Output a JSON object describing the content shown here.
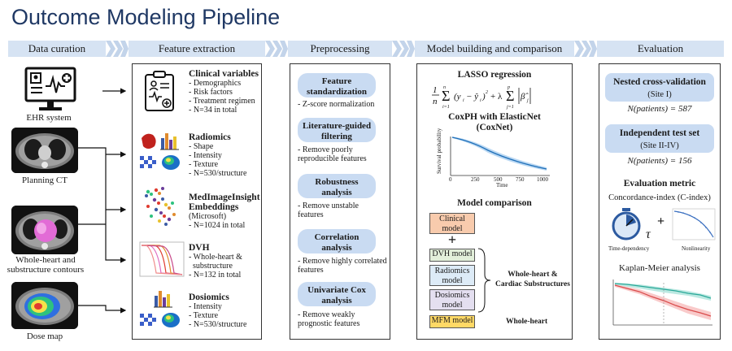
{
  "title": "Outcome Modeling Pipeline",
  "stages": [
    "Data curation",
    "Feature extraction",
    "Preprocessing",
    "Model building and comparison",
    "Evaluation"
  ],
  "curation": {
    "ehr_label": "EHR system",
    "ct_label": "Planning CT",
    "contours_label_1": "Whole-heart and",
    "contours_label_2": "substructure contours",
    "dose_label": "Dose map"
  },
  "features": [
    {
      "title": "Clinical variables",
      "items": [
        "- Demographics",
        "- Risk factors",
        "- Treatment regimen",
        "- N=34 in total"
      ]
    },
    {
      "title": "Radiomics",
      "items": [
        "- Shape",
        "- Intensity",
        "- Texture",
        "- N=530/structure"
      ]
    },
    {
      "title": "MedImageInsight",
      "title2": "Embeddings",
      "items": [
        "(Microsoft)",
        "- N=1024 in total"
      ]
    },
    {
      "title": "DVH",
      "items": [
        "- Whole-heart &",
        "  substructure",
        "- N=132 in total"
      ]
    },
    {
      "title": "Dosiomics",
      "items": [
        "- Intensity",
        "- Texture",
        "- N=530/structure"
      ]
    }
  ],
  "preprocessing": [
    {
      "title": "Feature standardization",
      "note": "- Z-score normalization"
    },
    {
      "title": "Literature-guided filtering",
      "note": "- Remove poorly reproducible features"
    },
    {
      "title": "Robustness analysis",
      "note": "- Remove unstable features"
    },
    {
      "title": "Correlation analysis",
      "note": "- Remove highly correlated features"
    },
    {
      "title": "Univariate Cox analysis",
      "note": "- Remove weakly prognostic features"
    }
  ],
  "model": {
    "lasso_title": "LASSO regression",
    "coxnet_title_1": "CoxPH with ElasticNet",
    "coxnet_title_2": "(CoxNet)",
    "coxnet_ylabel": "Survival probability",
    "coxnet_xlabel": "Time",
    "coxnet_ticks": [
      "0",
      "250",
      "500",
      "750",
      "1000"
    ],
    "comparison_title": "Model comparison",
    "clinical_model": "Clinical model",
    "plus": "+",
    "dvh_model": "DVH model",
    "radiomics_model": "Radiomics model",
    "dosiomics_model": "Dosiomics model",
    "mfm_model": "MFM model",
    "group_label_1": "Whole-heart &",
    "group_label_2": "Cardiac Substructures",
    "mfm_group_label": "Whole-heart"
  },
  "evaluation": {
    "nested_title": "Nested cross-validation",
    "nested_site": "(Site I)",
    "nested_n": "N(patients) = 587",
    "test_title": "Independent test set",
    "test_site": "(Site II-IV)",
    "test_n": "N(patients) = 156",
    "metric_title": "Evaluation metric",
    "cindex": "Concordance-index (C-index)",
    "time_dep": "Time-dependency",
    "nonlinear": "Nonlinearity",
    "tau": "τ",
    "plus": "+",
    "km_title": "Kaplan-Meier analysis"
  },
  "colors": {
    "title": "#1f3864",
    "stage_bg": "#d6e3f3",
    "pill_bg": "#c9dbf2",
    "clinical_model": "#f8cbad",
    "dvh_model": "#e2efda",
    "radiomics_model": "#ddebf7",
    "dosiomics_model": "#e4dff0",
    "mfm_model": "#ffd966"
  }
}
